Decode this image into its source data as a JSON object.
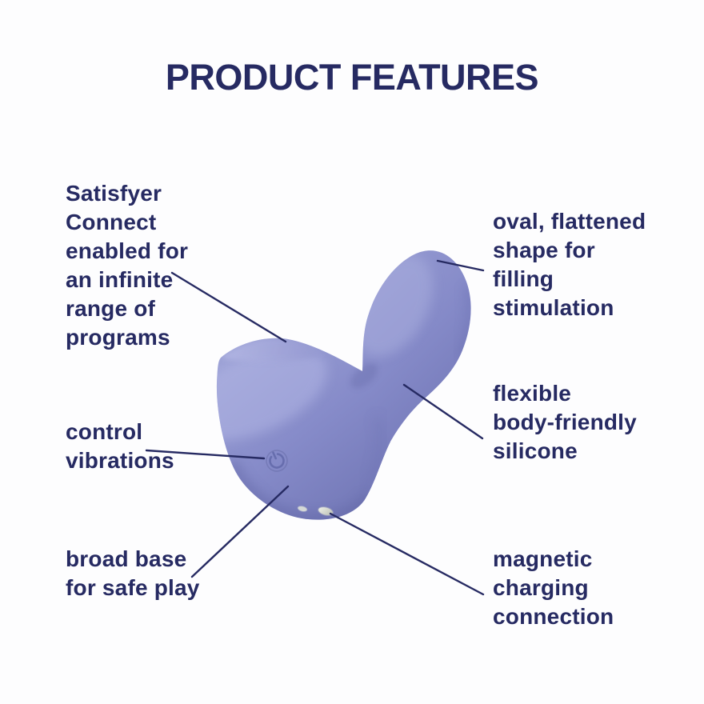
{
  "title": "PRODUCT FEATURES",
  "colors": {
    "text": "#262a62",
    "callout_line": "#262a62",
    "product_main": "#868bc9",
    "product_light": "#a9aede",
    "product_lighter_top": "#b3b7e4",
    "product_dark": "#7176b5",
    "product_shadow": "#5d62a0",
    "power_icon_stroke": "#646aab",
    "contact_silver_light": "#f0f2ea",
    "contact_silver_dark": "#b7bbb0",
    "background": "#fdfdfe"
  },
  "features": [
    {
      "id": "satisfyer-connect",
      "text": "Satisfyer Connect enabled for an infinite range of programs",
      "lines": [
        "Satisfyer",
        "Connect",
        "enabled for",
        "an infinite",
        "range of",
        "programs"
      ]
    },
    {
      "id": "oval-flattened-shape",
      "text": "oval, flattened shape for filling stimulation",
      "lines": [
        "oval, flattened",
        "shape for",
        "filling",
        "stimulation"
      ]
    },
    {
      "id": "control-vibrations",
      "text": "control vibrations",
      "lines": [
        "control",
        "vibrations"
      ]
    },
    {
      "id": "flexible-silicone",
      "text": "flexible body-friendly silicone",
      "lines": [
        "flexible",
        "body-friendly",
        "silicone"
      ]
    },
    {
      "id": "broad-base",
      "text": "broad base for safe play",
      "lines": [
        "broad base",
        "for safe play"
      ]
    },
    {
      "id": "magnetic-charging",
      "text": "magnetic charging connection",
      "lines": [
        "magnetic",
        "charging",
        "connection"
      ]
    }
  ],
  "product": {
    "description": "periwinkle purple silicone plug with rounded broad base and oval bulb",
    "power_icon_glyph": "⏻",
    "charging_contacts_count": 2
  }
}
